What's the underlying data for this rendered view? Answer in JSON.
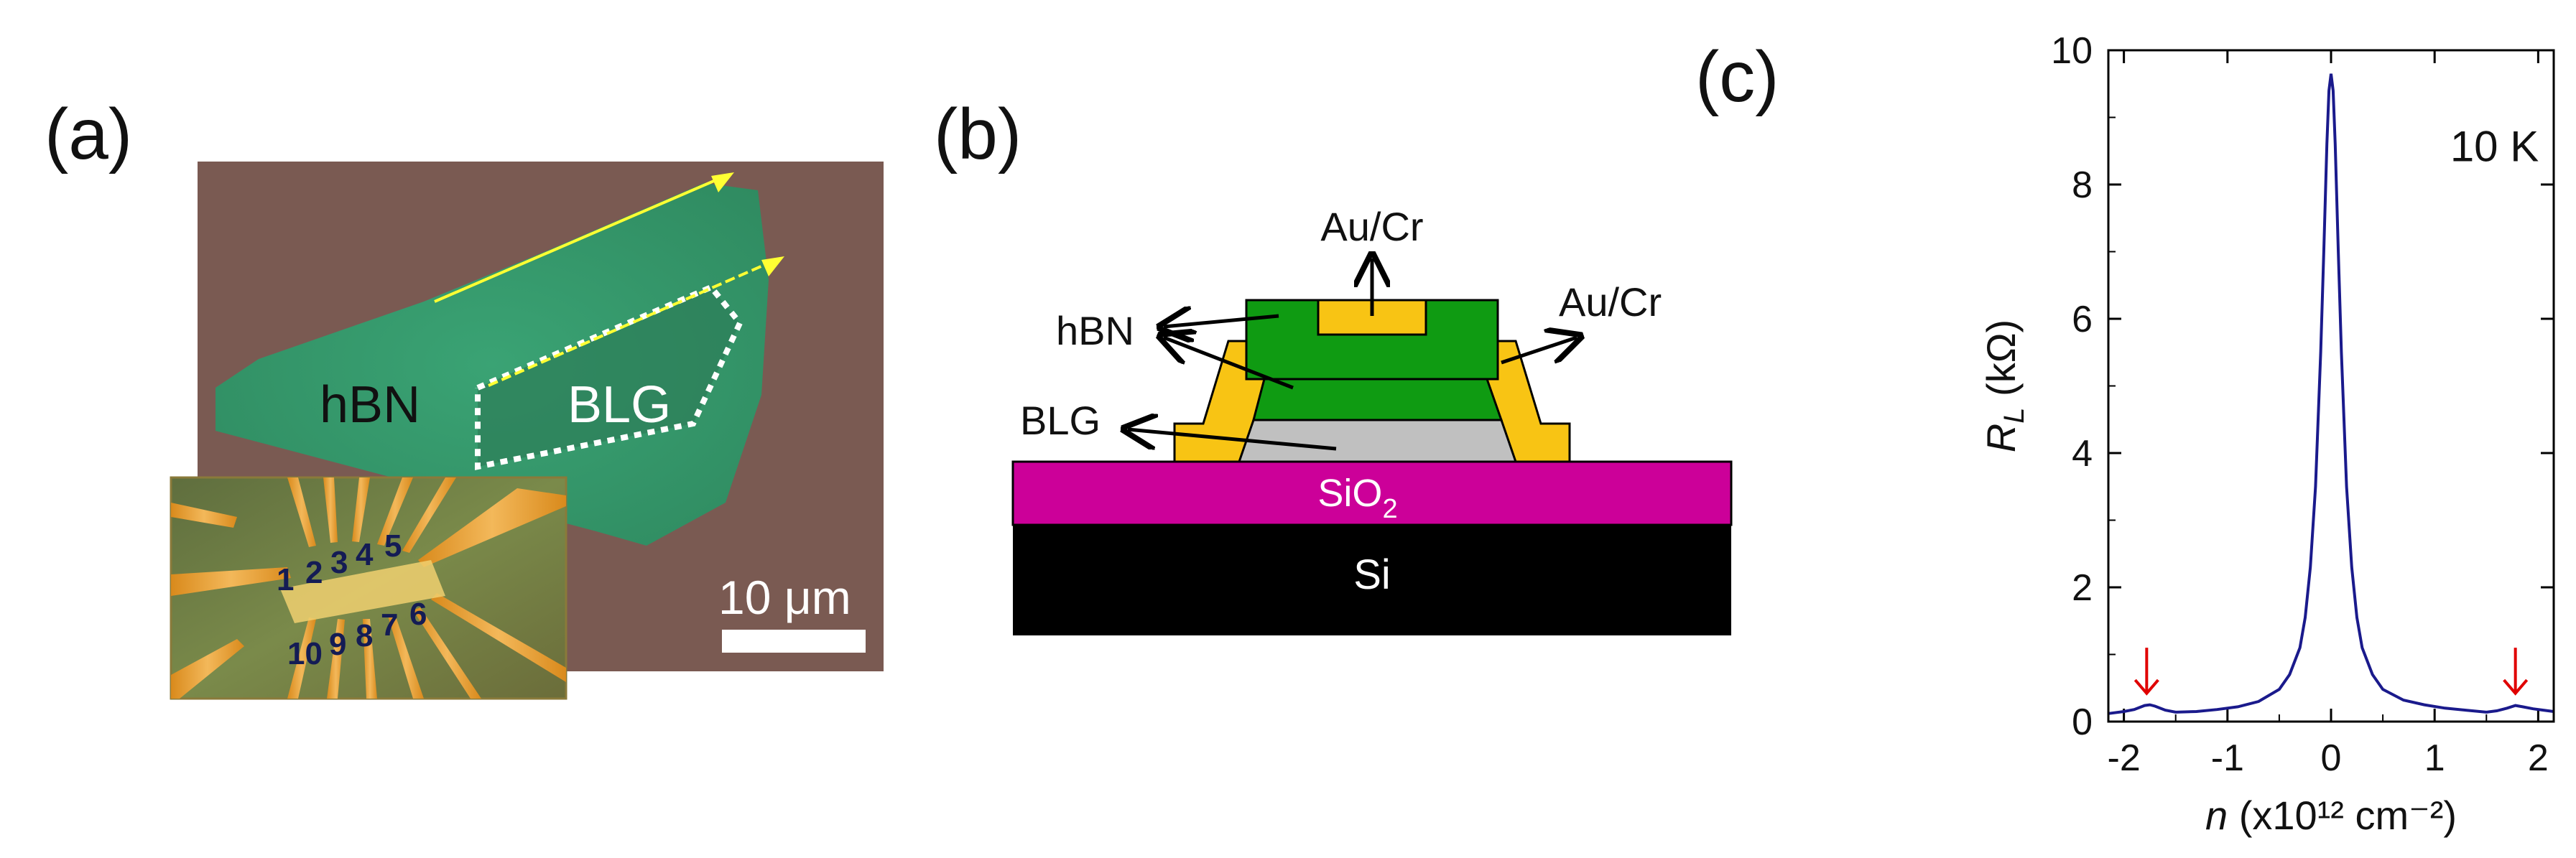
{
  "figure": {
    "panel_a": {
      "label": "(a)",
      "hbn_label": "hBN",
      "blg_label": "BLG",
      "scale_label": "10 μm",
      "electrode_numbers": [
        "1",
        "2",
        "3",
        "4",
        "5",
        "10",
        "9",
        "8",
        "7",
        "6"
      ],
      "colors": {
        "substrate": "#7a5a52",
        "flake": "#3e9a6c",
        "arrow": "#ffff33"
      }
    },
    "panel_b": {
      "label": "(b)",
      "top_contact": "Au/Cr",
      "side_contact": "Au/Cr",
      "hbn": "hBN",
      "blg": "BLG",
      "sio2_base": "SiO",
      "sio2_sub": "2",
      "si": "Si",
      "colors": {
        "hbn": "#0f9b12",
        "gold": "#f8c414",
        "graphene": "#c0c0c0",
        "sio2": "#cc0099",
        "si": "#000000"
      }
    },
    "panel_c": {
      "label": "(c)",
      "temperature": "10 K"
    }
  },
  "chart_data": {
    "type": "line",
    "xlabel_var": "n",
    "xlabel_unit": "(x10¹² cm⁻²)",
    "ylabel_var": "R",
    "ylabel_sub": "L",
    "ylabel_unit": "(kΩ)",
    "xlim": [
      -2.15,
      2.15
    ],
    "ylim": [
      0,
      10
    ],
    "xticks": [
      -2,
      -1,
      0,
      1,
      2
    ],
    "yticks": [
      0,
      2,
      4,
      6,
      8,
      10
    ],
    "annotation": "10 K",
    "arrow_markers_x": [
      -1.78,
      1.78
    ],
    "series": [
      {
        "color": "#1a1a8c",
        "x": [
          -2.15,
          -2.0,
          -1.9,
          -1.8,
          -1.75,
          -1.7,
          -1.6,
          -1.5,
          -1.3,
          -1.1,
          -0.9,
          -0.7,
          -0.5,
          -0.4,
          -0.3,
          -0.25,
          -0.2,
          -0.15,
          -0.1,
          -0.07,
          -0.04,
          -0.02,
          0.0,
          0.02,
          0.04,
          0.07,
          0.1,
          0.15,
          0.2,
          0.25,
          0.3,
          0.4,
          0.5,
          0.7,
          0.9,
          1.1,
          1.3,
          1.5,
          1.6,
          1.7,
          1.78,
          1.85,
          1.95,
          2.05,
          2.15
        ],
        "y": [
          0.12,
          0.15,
          0.18,
          0.24,
          0.25,
          0.23,
          0.17,
          0.14,
          0.15,
          0.18,
          0.22,
          0.3,
          0.48,
          0.7,
          1.1,
          1.55,
          2.3,
          3.5,
          5.5,
          7.0,
          8.6,
          9.4,
          9.65,
          9.4,
          8.6,
          7.0,
          5.5,
          3.5,
          2.3,
          1.55,
          1.1,
          0.7,
          0.48,
          0.32,
          0.25,
          0.2,
          0.17,
          0.14,
          0.16,
          0.2,
          0.24,
          0.22,
          0.19,
          0.17,
          0.15
        ]
      }
    ]
  }
}
